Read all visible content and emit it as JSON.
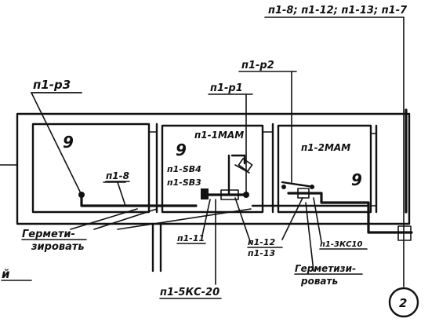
{
  "labels": {
    "top_right": "п1-8; п1-12; п1-13; п1-7",
    "p3": "п1-р3",
    "p2": "п1-р2",
    "p1": "п1-р1",
    "mam1": "п1-1МАМ",
    "mam2": "п1-2МАМ",
    "p8": "п1-8",
    "sb4": "п1-SВ4",
    "sb3": "п1-SВ3",
    "p11": "п1-11",
    "p12": "п1-12",
    "p13": "п1-13",
    "kc10": "п1-3КС10",
    "kc20": "п1-5КС-20",
    "seal_left_1": "Гермети-",
    "seal_left_2": "зировать",
    "seal_right_1": "Герметизи-",
    "seal_right_2": "ровать",
    "room_left": "9",
    "room_mid": "9",
    "room_right": "9",
    "callout": "2",
    "partial_left": "й"
  }
}
